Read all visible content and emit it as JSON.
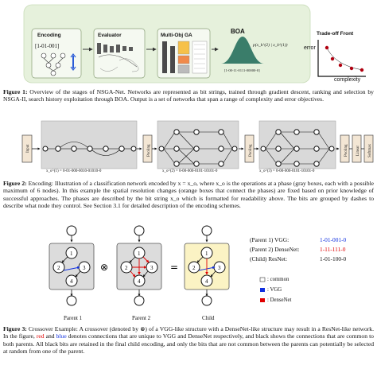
{
  "fig1": {
    "stage_encoding": "Encoding",
    "encoding_string": "[1-01-001]",
    "stage_evaluator": "Evaluator",
    "stage_multiobj": "Multi-Obj GA",
    "stage_boa": "BOA",
    "boa_bits": "[1-00-11-0111-00000-0]",
    "boa_formula": "p(x_k^(2) | x_k^(1))",
    "stage_tradeoff": "Trade-off Front",
    "axis_error": "error",
    "axis_complexity": "complexity",
    "caption_label": "Figure 1:",
    "caption_text": "Overview of the stages of NSGA-Net. Networks are represented as bit strings, trained through gradient descent, ranking and selection by NSGA-II, search history exploitation through BOA. Output is a set of networks that span a range of complexity and error objectives."
  },
  "fig2": {
    "input_label": "Input",
    "pooling_label": "Pooling",
    "linear_label": "Linear",
    "softmax_label": "Softmax",
    "bits1_label": "x_o^(1) = 0-01-000-0010-01010-0",
    "bits2_label": "x_o^(2) = 0-00-000-0101-10101-0",
    "bits3_label": "x_o^(3) = 0-00-000-0101-10101-0",
    "caption_label": "Figure 2:",
    "caption_text": "Encoding: Illustration of a classification network encoded by x = x_o, where x_o is the operations at a phase (gray boxes, each with a possible maximum of 6 nodes). In this example the spatial resolution changes (orange boxes that connect the phases) are fixed based on prior knowledge of successful approaches. The phases are described by the bit string x_o which is formatted for readability above. The bits are grouped by dashes to describe what node they control. See Section 3.1 for detailed description of the encoding schemes."
  },
  "fig3": {
    "parent1_label": "Parent 1",
    "parent2_label": "Parent 2",
    "child_label": "Child",
    "op_cross": "⊗",
    "op_equals": "=",
    "legend_rows": [
      {
        "label": "(Parent 1) VGG:",
        "bits": "1-01-001-0"
      },
      {
        "label": "(Parent 2) DenseNet:",
        "bits": "1-11-111-0"
      },
      {
        "label": "(Child) ResNet:",
        "bits": "1-01-100-0"
      }
    ],
    "key_common": ": common",
    "key_vgg": ": VGG",
    "key_densenet": ": DenseNet",
    "caption_label": "Figure 3:",
    "caption_part1": "Crossover Example: A crossover (denoted by ⊗) of a VGG-like structure with a DenseNet-like structure may result in a ResNet-like network. In the figure,",
    "caption_red": "red",
    "caption_and": "and",
    "caption_blue": "blue",
    "caption_part2": "denotes connections that are unique to VGG and DenseNet respectively, and black shows the connections that are common to both parents. All black bits are retained in the final child encoding, and only the bits that are not common between the parents can potentially be selected at random from one of the parent."
  },
  "colors": {
    "red": "#e00000",
    "blue": "#1030e0",
    "fig1_bg": "#e6f1dc",
    "phase_bg": "#d9d9d9",
    "orange_box": "#f3e6d4",
    "child_bg": "#fbf3c4"
  }
}
